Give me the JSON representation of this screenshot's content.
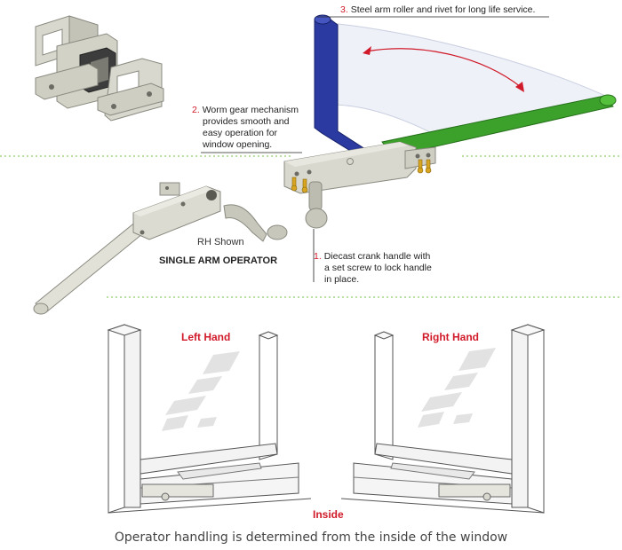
{
  "callouts": [
    {
      "num": "3.",
      "text": "Steel arm roller and rivet for long life service."
    },
    {
      "num": "2.",
      "lines": [
        "Worm gear mechanism",
        "provides smooth and",
        "easy operation for",
        "window opening."
      ]
    },
    {
      "num": "1.",
      "lines": [
        "Diecast crank handle with",
        "a set screw to lock handle",
        "in place."
      ]
    }
  ],
  "rh_shown": "RH Shown",
  "operator_title": "SINGLE ARM OPERATOR",
  "left_hand": "Left Hand",
  "right_hand": "Right Hand",
  "inside": "Inside",
  "caption": "Operator handling is determined from the inside of the window",
  "colors": {
    "accent_red": "#d11a2a",
    "arm_blue": "#2a3aa0",
    "arm_green": "#3ca12a",
    "divider_green": "#8fcf6a"
  }
}
